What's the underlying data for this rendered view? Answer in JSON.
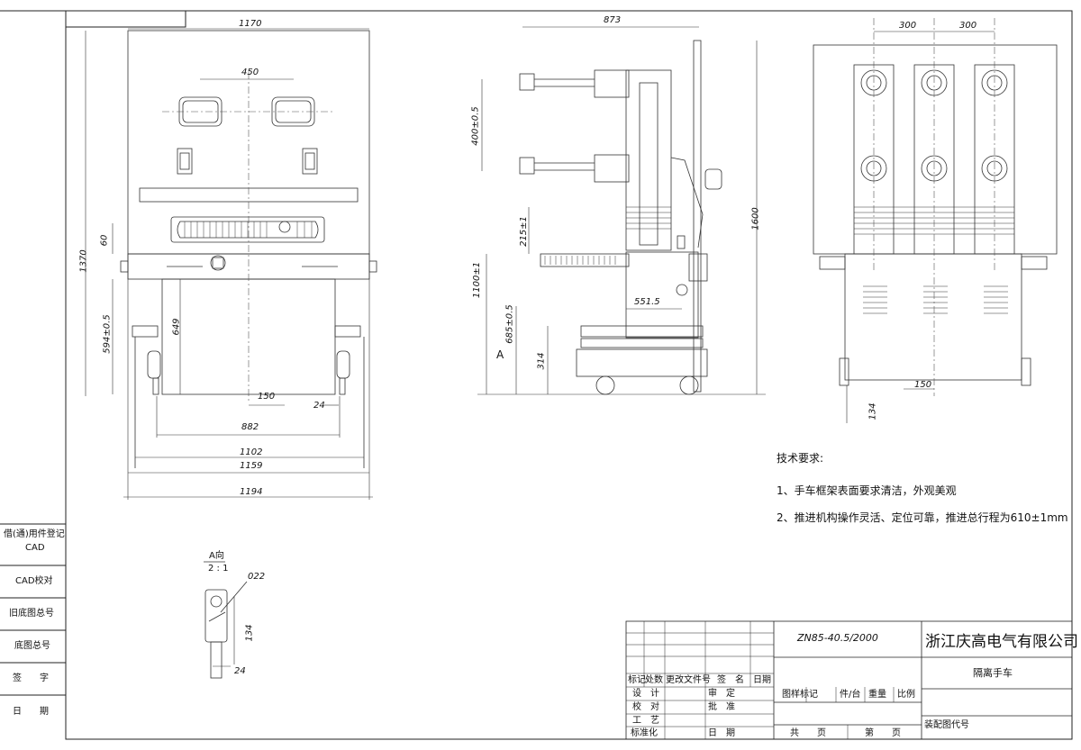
{
  "left_sidebar": {
    "rows": [
      "借(通)用件登记",
      "CAD",
      "CAD校对",
      "旧底图总号",
      "底图总号",
      "签　　字",
      "日　　期"
    ]
  },
  "front_view": {
    "dims": {
      "w1170": "1170",
      "w450": "450",
      "h1370": "1370",
      "h60": "60",
      "h594": "594±0.5",
      "h649": "649",
      "w150": "150",
      "w24": "24",
      "w882": "882",
      "w1102": "1102",
      "w1159": "1159",
      "w1194": "1194"
    }
  },
  "side_view": {
    "dims": {
      "w873": "873",
      "h400": "400±0.5",
      "h215": "215±1",
      "h1600": "1600",
      "h1100": "1100±1",
      "w551": "551.5",
      "h685": "685±0.5",
      "h314": "314"
    },
    "view_marker": "A"
  },
  "top_view": {
    "dims": {
      "p300a": "300",
      "p300b": "300",
      "w150": "150",
      "h134": "134"
    }
  },
  "detail_view": {
    "title": "A向",
    "scale": "2 : 1",
    "dims": {
      "d022": "022",
      "h134": "134",
      "w24": "24"
    }
  },
  "tech_requirements": {
    "heading": "技术要求:",
    "items": [
      "1、手车框架表面要求清洁，外观美观",
      "2、推进机构操作灵活、定位可靠，推进总行程为610±1mm"
    ]
  },
  "title_block": {
    "drawing_no": "ZN85-40.5/2000",
    "company": "浙江庆高电气有限公司",
    "part_name": "隔离手车",
    "rev_header": [
      "标记",
      "处数",
      "更改文件号",
      "签　名",
      "日期"
    ],
    "roles_left": [
      "设　计",
      "校　对",
      "工　艺",
      "标准化"
    ],
    "roles_right": [
      "审　定",
      "批　准",
      "",
      "日　期"
    ],
    "pattern_headers": [
      "图样标记",
      "件/台",
      "重量",
      "比例"
    ],
    "sheet_total": "共　　页",
    "sheet_no": "第　　页",
    "assembly_code": "装配图代号"
  }
}
